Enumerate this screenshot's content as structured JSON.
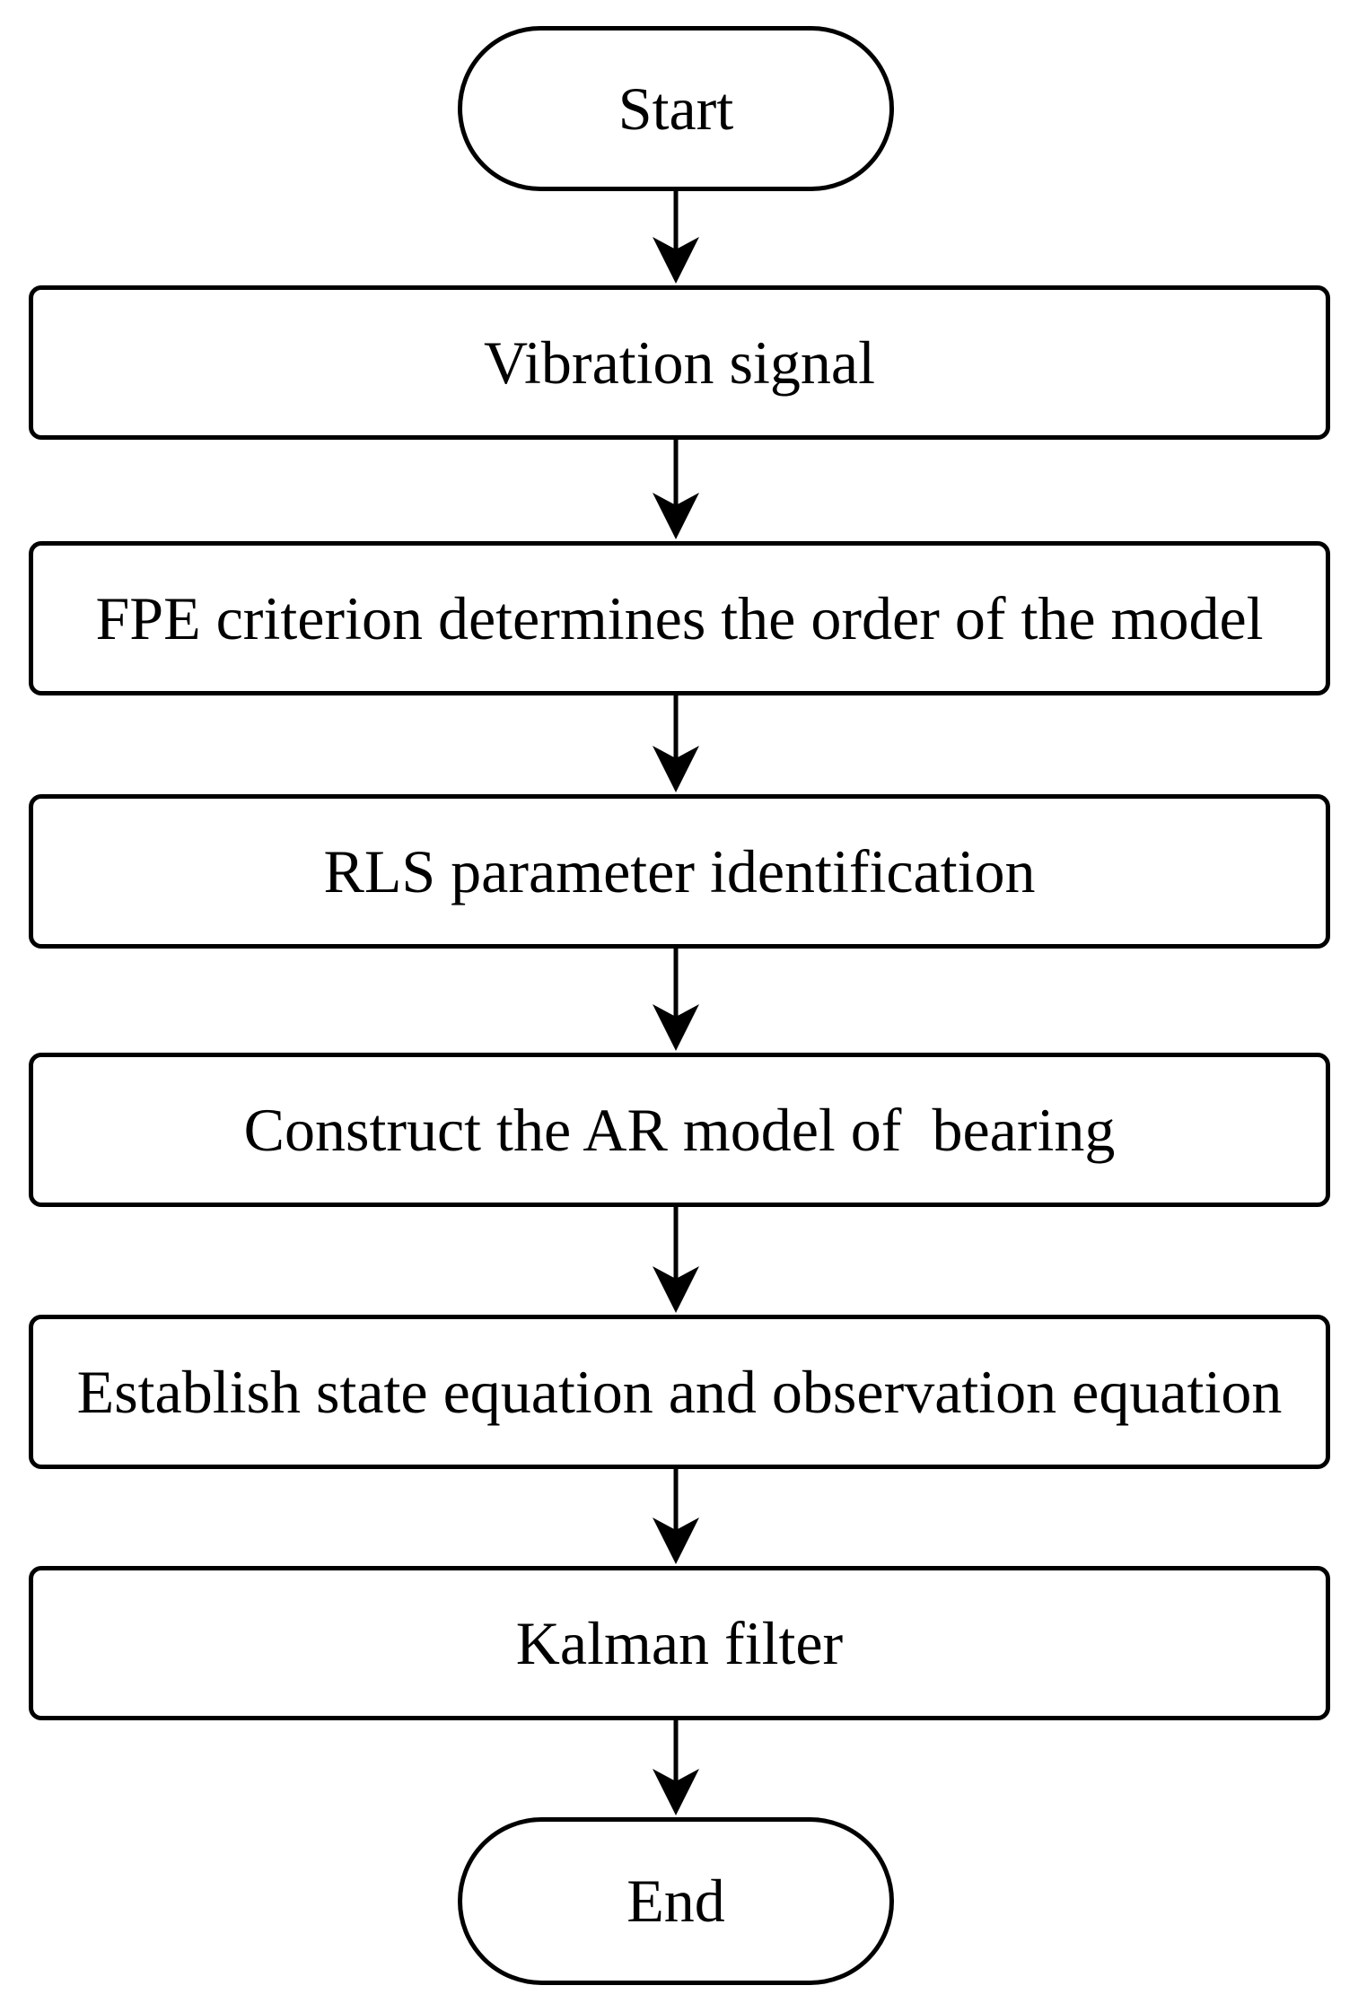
{
  "diagram": {
    "type": "flowchart",
    "direction": "top-down",
    "colors": {
      "stroke": "#000000",
      "fill": "#ffffff",
      "text": "#000000",
      "background": "#ffffff"
    },
    "nodes": {
      "start": {
        "label": "Start",
        "shape": "terminator"
      },
      "steps": [
        {
          "label": "Vibration signal",
          "shape": "process"
        },
        {
          "label": "FPE criterion determines the order of the model",
          "shape": "process"
        },
        {
          "label": "RLS parameter identification",
          "shape": "process"
        },
        {
          "label": "Construct the AR model of  bearing",
          "shape": "process"
        },
        {
          "label": "Establish state equation and observation equation",
          "shape": "process"
        },
        {
          "label": "Kalman filter",
          "shape": "process"
        }
      ],
      "end": {
        "label": "End",
        "shape": "terminator"
      }
    },
    "edges": [
      {
        "from": "Start",
        "to": "Vibration signal",
        "style": "arrow-down"
      },
      {
        "from": "Vibration signal",
        "to": "FPE criterion determines the order of the model",
        "style": "arrow-down"
      },
      {
        "from": "FPE criterion determines the order of the model",
        "to": "RLS parameter identification",
        "style": "arrow-down"
      },
      {
        "from": "RLS parameter identification",
        "to": "Construct the AR model of  bearing",
        "style": "arrow-down"
      },
      {
        "from": "Construct the AR model of  bearing",
        "to": "Establish state equation and observation equation",
        "style": "arrow-down"
      },
      {
        "from": "Establish state equation and observation equation",
        "to": "Kalman filter",
        "style": "arrow-down"
      },
      {
        "from": "Kalman filter",
        "to": "End",
        "style": "arrow-down"
      }
    ]
  }
}
